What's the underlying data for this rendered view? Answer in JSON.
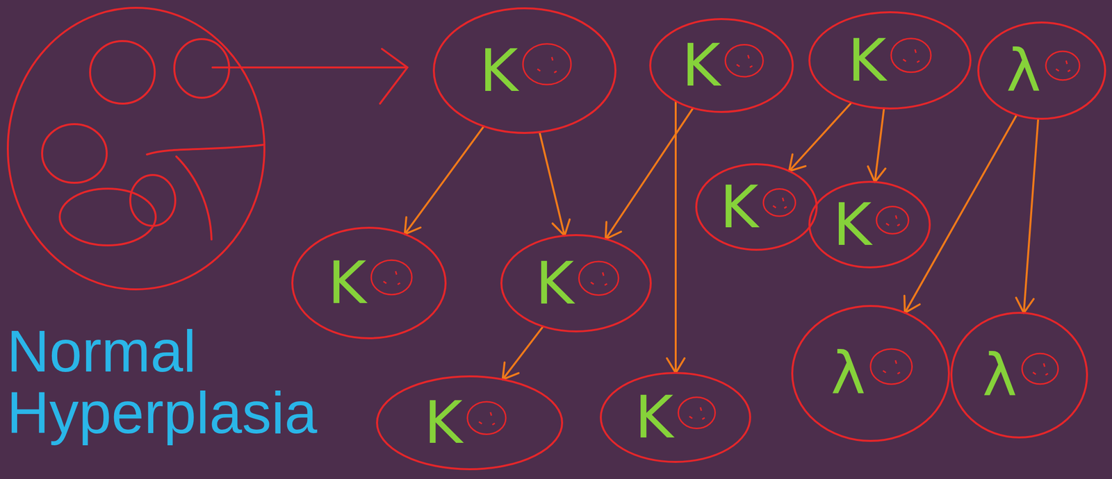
{
  "diagram": {
    "nodes": [
      {
        "text": [
          "K"
        ]
      },
      {
        "text": [
          "K"
        ]
      },
      {
        "text": [
          "K"
        ]
      },
      {
        "text": [
          "λ"
        ]
      },
      {
        "text": [
          "K"
        ]
      },
      {
        "text": [
          "K"
        ]
      },
      {
        "text": [
          "K"
        ]
      },
      {
        "text": [
          "K"
        ]
      },
      {
        "text": [
          "K"
        ]
      },
      {
        "text": [
          "K"
        ]
      },
      {
        "text": [
          "λ"
        ]
      },
      {
        "text": [
          "λ"
        ]
      }
    ],
    "edges": [
      {
        "from": 0,
        "to": 4,
        "arrow": "to"
      },
      {
        "from": 0,
        "to": 5,
        "arrow": "to"
      },
      {
        "from": 1,
        "to": 5,
        "arrow": "to"
      },
      {
        "from": 1,
        "to": 9,
        "arrow": "to"
      },
      {
        "from": 2,
        "to": 6,
        "arrow": "to"
      },
      {
        "from": 2,
        "to": 7,
        "arrow": "to"
      },
      {
        "from": 3,
        "to": 10,
        "arrow": "to"
      },
      {
        "from": 3,
        "to": 11,
        "arrow": "to"
      },
      {
        "from": 5,
        "to": 8,
        "arrow": "to"
      }
    ],
    "labels": [
      "Normal Hyperplasia"
    ]
  }
}
